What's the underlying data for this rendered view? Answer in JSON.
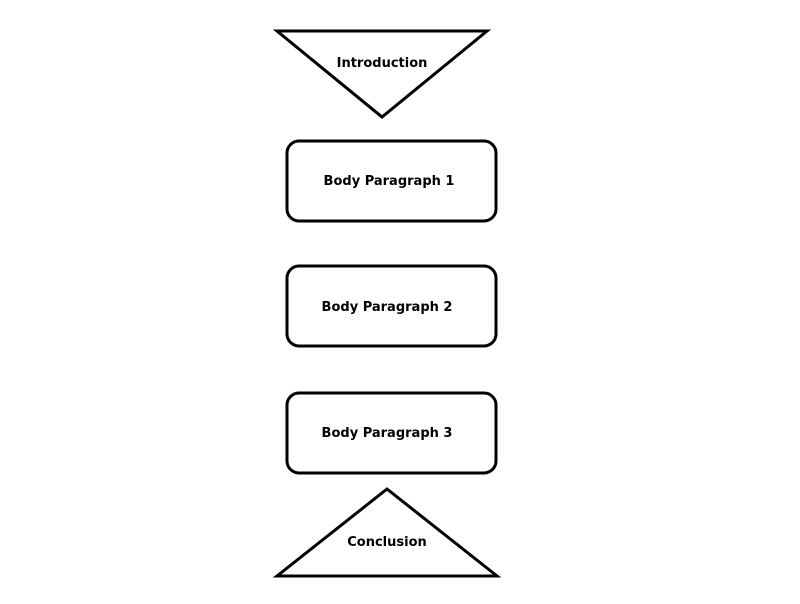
{
  "diagram": {
    "introduction": {
      "label": "Introduction",
      "shape": "inverted-triangle"
    },
    "body_paragraphs": [
      {
        "label": "Body Paragraph 1",
        "shape": "rounded-rectangle"
      },
      {
        "label": "Body Paragraph 2",
        "shape": "rounded-rectangle"
      },
      {
        "label": "Body Paragraph 3",
        "shape": "rounded-rectangle"
      }
    ],
    "conclusion": {
      "label": "Conclusion",
      "shape": "triangle"
    },
    "colors": {
      "stroke": "#000000",
      "fill": "#ffffff",
      "background": "#ffffff"
    }
  }
}
